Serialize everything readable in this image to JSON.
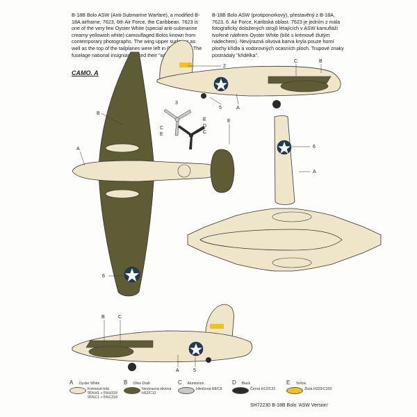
{
  "description_en": "B-18B Bolo ASW (Anti-Submarine Warfare), a modified B-18A airframe, 7623, 6th Air Force, the Caribbean. 7623 is one of the very few Oyster White (special anti-submarine creamy yellowish white) camouflaged Bolos known from contemporary photographs. The wing upper surfaces as well as the top of the tailplanes were left in Olive Drab. The fuselage national insignias lacked their \"wings\".",
  "description_cz": "B-18B Bolo ASW (protiponorkový), přestavěný z B-18A, 7623, 6. Air Force, Karibská oblast. 7623 je jedním z mála fotograficky doložených strojů létajících v ASW kamufláži tvořené nátěrem Oyster White (bílé s krémově žlutým nádechem). Nevíjrazná olivová barva kryla pouze horní plochy křídla a vodorovných ocasních ploch. Trupové znaky postrádaly \"křidélka\".",
  "camo_title": "CAMO. A",
  "callouts": {
    "a": "A",
    "b": "B",
    "c": "C",
    "d": "D",
    "e": "E",
    "n2": "2",
    "n3": "3",
    "n5": "5",
    "n6": "6"
  },
  "legend": [
    {
      "letter": "A",
      "name": "Oyster White",
      "detail": "Krémově-bílá 95%H1 + 5%H318 95%C1 + 5%C318",
      "color": "#efe6c9"
    },
    {
      "letter": "B",
      "name": "Olive Drab",
      "detail": "Nevýrazná olivová H52/C12",
      "color": "#5e5c34"
    },
    {
      "letter": "C",
      "name": "Aluminium",
      "detail": "Hliníková H8/C8",
      "color": "#c9c9c9"
    },
    {
      "letter": "D",
      "name": "Black",
      "detail": "Černá H12/C33",
      "color": "#2b2b2b"
    },
    {
      "letter": "E",
      "name": "Yellow",
      "detail": "Žlutá H329/C329",
      "color": "#f2c21a"
    }
  ],
  "footer": "SH72230  B-18B Bolo 'ASW Version'",
  "colors": {
    "oyster_white": "#efe6c9",
    "olive_drab": "#5e5c34",
    "insignia_blue": "#1f3a5c",
    "yellow": "#f2c21a"
  }
}
